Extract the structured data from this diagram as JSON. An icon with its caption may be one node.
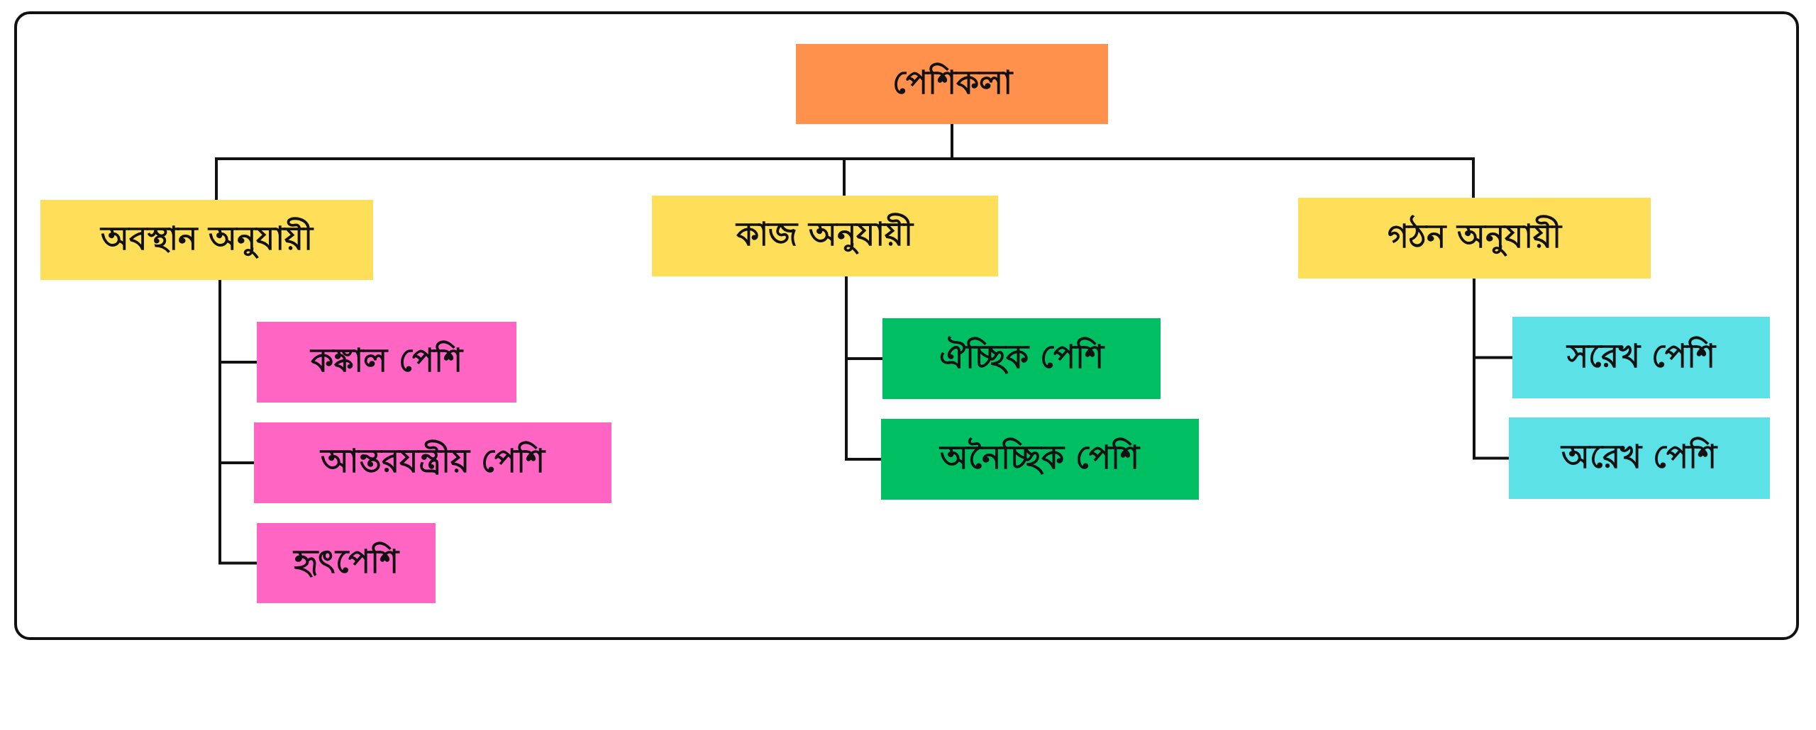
{
  "diagram": {
    "nodes": [
      {
        "text": [
          "পেশিকলা"
        ]
      },
      {
        "text": [
          "অবস্থান অনুযায়ী"
        ]
      },
      {
        "text": [
          "কাজ অনুযায়ী"
        ]
      },
      {
        "text": [
          "গঠন অনুযায়ী"
        ]
      },
      {
        "text": [
          "কঙ্কাল পেশি"
        ]
      },
      {
        "text": [
          "আন্তরযন্ত্রীয় পেশি"
        ]
      },
      {
        "text": [
          "হৃৎপেশি"
        ]
      },
      {
        "text": [
          "ঐচ্ছিক পেশি"
        ]
      },
      {
        "text": [
          "অনৈচ্ছিক পেশি"
        ]
      },
      {
        "text": [
          "সরেখ পেশি"
        ]
      },
      {
        "text": [
          "অরেখ পেশি"
        ]
      }
    ],
    "edges": [
      {
        "from": 0,
        "to": 1,
        "arrow": "none"
      },
      {
        "from": 0,
        "to": 2,
        "arrow": "none"
      },
      {
        "from": 0,
        "to": 3,
        "arrow": "none"
      },
      {
        "from": 1,
        "to": 4,
        "arrow": "none"
      },
      {
        "from": 1,
        "to": 5,
        "arrow": "none"
      },
      {
        "from": 1,
        "to": 6,
        "arrow": "none"
      },
      {
        "from": 2,
        "to": 7,
        "arrow": "none"
      },
      {
        "from": 2,
        "to": 8,
        "arrow": "none"
      },
      {
        "from": 3,
        "to": 9,
        "arrow": "none"
      },
      {
        "from": 3,
        "to": 10,
        "arrow": "none"
      }
    ]
  }
}
